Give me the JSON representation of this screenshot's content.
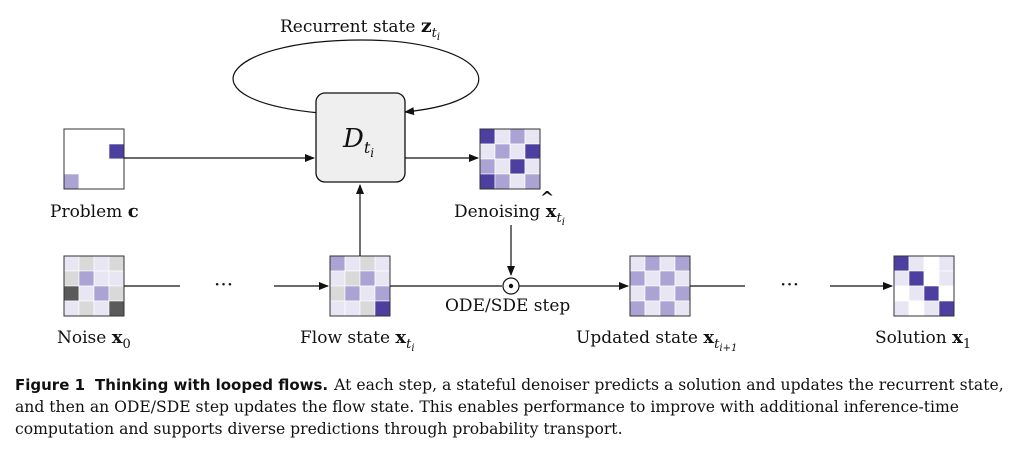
{
  "colors": {
    "purple_light": "#e9e6f4",
    "purple_mid": "#aaa3d3",
    "purple_dark": "#4c3fa0",
    "gray_light": "#d9d9d9",
    "gray_mid": "#9a9a9a",
    "gray_dark": "#5a5a5a",
    "denoiser_fill": "#efefef"
  },
  "diagram": {
    "recurrent_label": {
      "prefix": "Recurrent state ",
      "symbol": "z",
      "sub": "t",
      "subsub": "i"
    },
    "denoiser_label": {
      "symbol": "D",
      "sub": "t",
      "subsub": "i"
    },
    "problem_label": {
      "prefix": "Problem ",
      "symbol": "c"
    },
    "denoising_label": {
      "prefix": "Denoising ",
      "symbol": "x",
      "accent": "^",
      "sub": "t",
      "subsub": "i"
    },
    "noise_label": {
      "prefix": "Noise ",
      "symbol": "x",
      "sub": "0"
    },
    "flow_label": {
      "prefix": "Flow state ",
      "symbol": "x",
      "sub": "t",
      "subsub": "i"
    },
    "step_label": "ODE/SDE step",
    "updated_label": {
      "prefix": "Updated state ",
      "symbol": "x",
      "sub": "t",
      "subsub": "i+1"
    },
    "solution_label": {
      "prefix": "Solution ",
      "symbol": "x",
      "sub": "1"
    },
    "ellipsis": "···",
    "operator_symbol": "⊙"
  },
  "caption": {
    "figure_number": "Figure 1",
    "title": "Thinking with looped flows.",
    "text": "At each step, a stateful denoiser predicts a solution and updates the recurrent state, and then an ODE/SDE step updates the flow state. This enables performance to improve with additional inference-time computation and supports diverse predictions through probability transport."
  },
  "grids": {
    "problem": [
      [
        "w",
        "w",
        "w",
        "w"
      ],
      [
        "w",
        "w",
        "w",
        "d"
      ],
      [
        "w",
        "w",
        "w",
        "w"
      ],
      [
        "m",
        "w",
        "w",
        "w"
      ]
    ],
    "denoising": [
      [
        "d",
        "l",
        "m",
        "l"
      ],
      [
        "l",
        "m",
        "l",
        "d"
      ],
      [
        "m",
        "l",
        "d",
        "l"
      ],
      [
        "d",
        "m",
        "l",
        "m"
      ]
    ],
    "noise": [
      [
        "l",
        "g",
        "l",
        "g"
      ],
      [
        "g",
        "m",
        "l",
        "l"
      ],
      [
        "D",
        "l",
        "m",
        "g"
      ],
      [
        "l",
        "g",
        "l",
        "D"
      ]
    ],
    "flow": [
      [
        "m",
        "l",
        "g",
        "l"
      ],
      [
        "l",
        "g",
        "m",
        "l"
      ],
      [
        "g",
        "m",
        "l",
        "m"
      ],
      [
        "l",
        "l",
        "g",
        "d"
      ]
    ],
    "updated": [
      [
        "l",
        "m",
        "l",
        "m"
      ],
      [
        "m",
        "l",
        "m",
        "l"
      ],
      [
        "l",
        "m",
        "l",
        "m"
      ],
      [
        "m",
        "l",
        "m",
        "l"
      ]
    ],
    "solution": [
      [
        "d",
        "l",
        "w",
        "l"
      ],
      [
        "l",
        "d",
        "w",
        "l"
      ],
      [
        "w",
        "l",
        "d",
        "w"
      ],
      [
        "l",
        "w",
        "l",
        "d"
      ]
    ]
  }
}
